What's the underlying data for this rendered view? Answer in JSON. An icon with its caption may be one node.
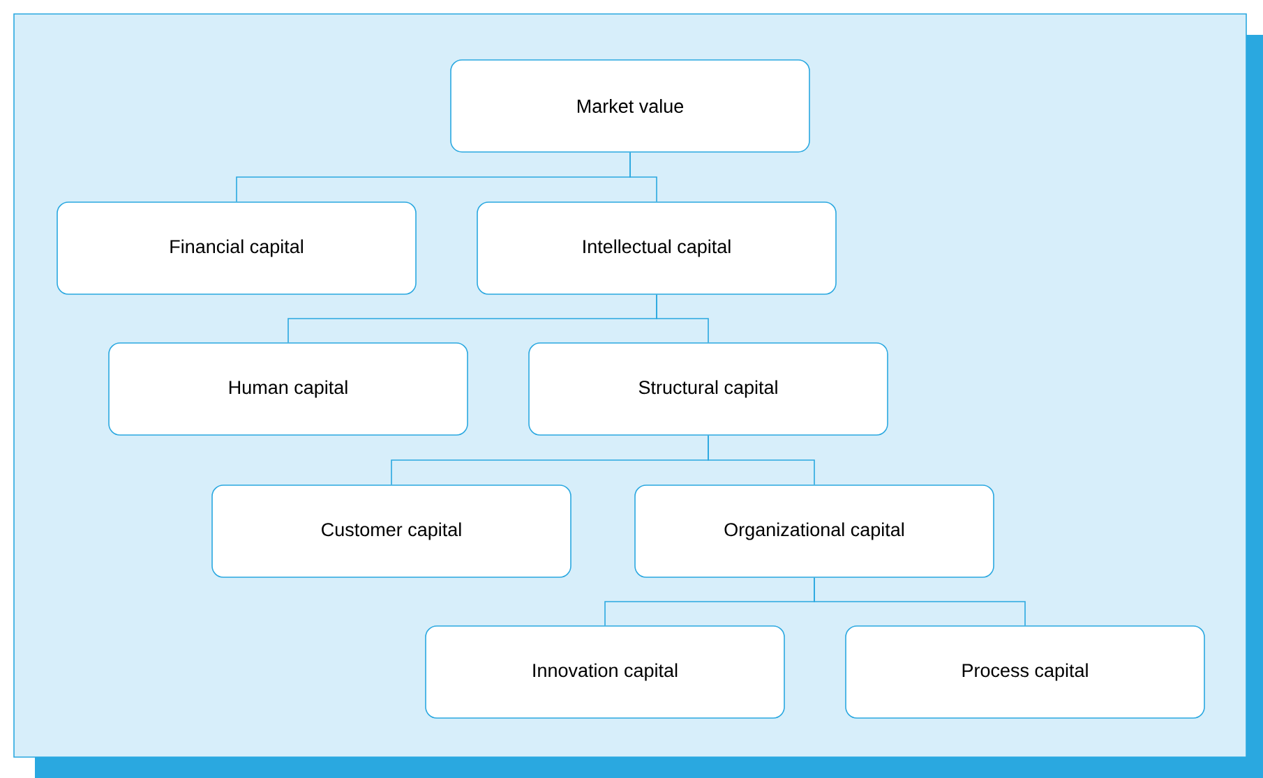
{
  "diagram": {
    "nodes": [
      {
        "text": [
          "Market value"
        ]
      },
      {
        "text": [
          "Financial capital"
        ]
      },
      {
        "text": [
          "Intellectual capital"
        ]
      },
      {
        "text": [
          "Human capital"
        ]
      },
      {
        "text": [
          "Structural capital"
        ]
      },
      {
        "text": [
          "Customer capital"
        ]
      },
      {
        "text": [
          "Organizational capital"
        ]
      },
      {
        "text": [
          "Innovation capital"
        ]
      },
      {
        "text": [
          "Process capital"
        ]
      }
    ],
    "edges": [
      {
        "from": 0,
        "to": 1,
        "arrow": "none"
      },
      {
        "from": 0,
        "to": 2,
        "arrow": "none"
      },
      {
        "from": 2,
        "to": 3,
        "arrow": "none"
      },
      {
        "from": 2,
        "to": 4,
        "arrow": "none"
      },
      {
        "from": 4,
        "to": 5,
        "arrow": "none"
      },
      {
        "from": 4,
        "to": 6,
        "arrow": "none"
      },
      {
        "from": 6,
        "to": 7,
        "arrow": "none"
      },
      {
        "from": 6,
        "to": 8,
        "arrow": "none"
      }
    ]
  }
}
